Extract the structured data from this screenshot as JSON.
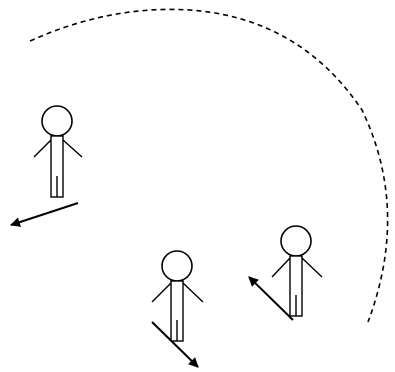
{
  "diagram": {
    "stroke_color": "#000000",
    "background": "#ffffff",
    "path_style": "dashed",
    "figures": [
      {
        "icon": "stick-figure-icon",
        "arrow": "motion-arrow-left-down"
      },
      {
        "icon": "stick-figure-icon",
        "arrow": "motion-arrow-right-down"
      },
      {
        "icon": "stick-figure-icon",
        "arrow": "motion-arrow-left-up"
      }
    ]
  }
}
